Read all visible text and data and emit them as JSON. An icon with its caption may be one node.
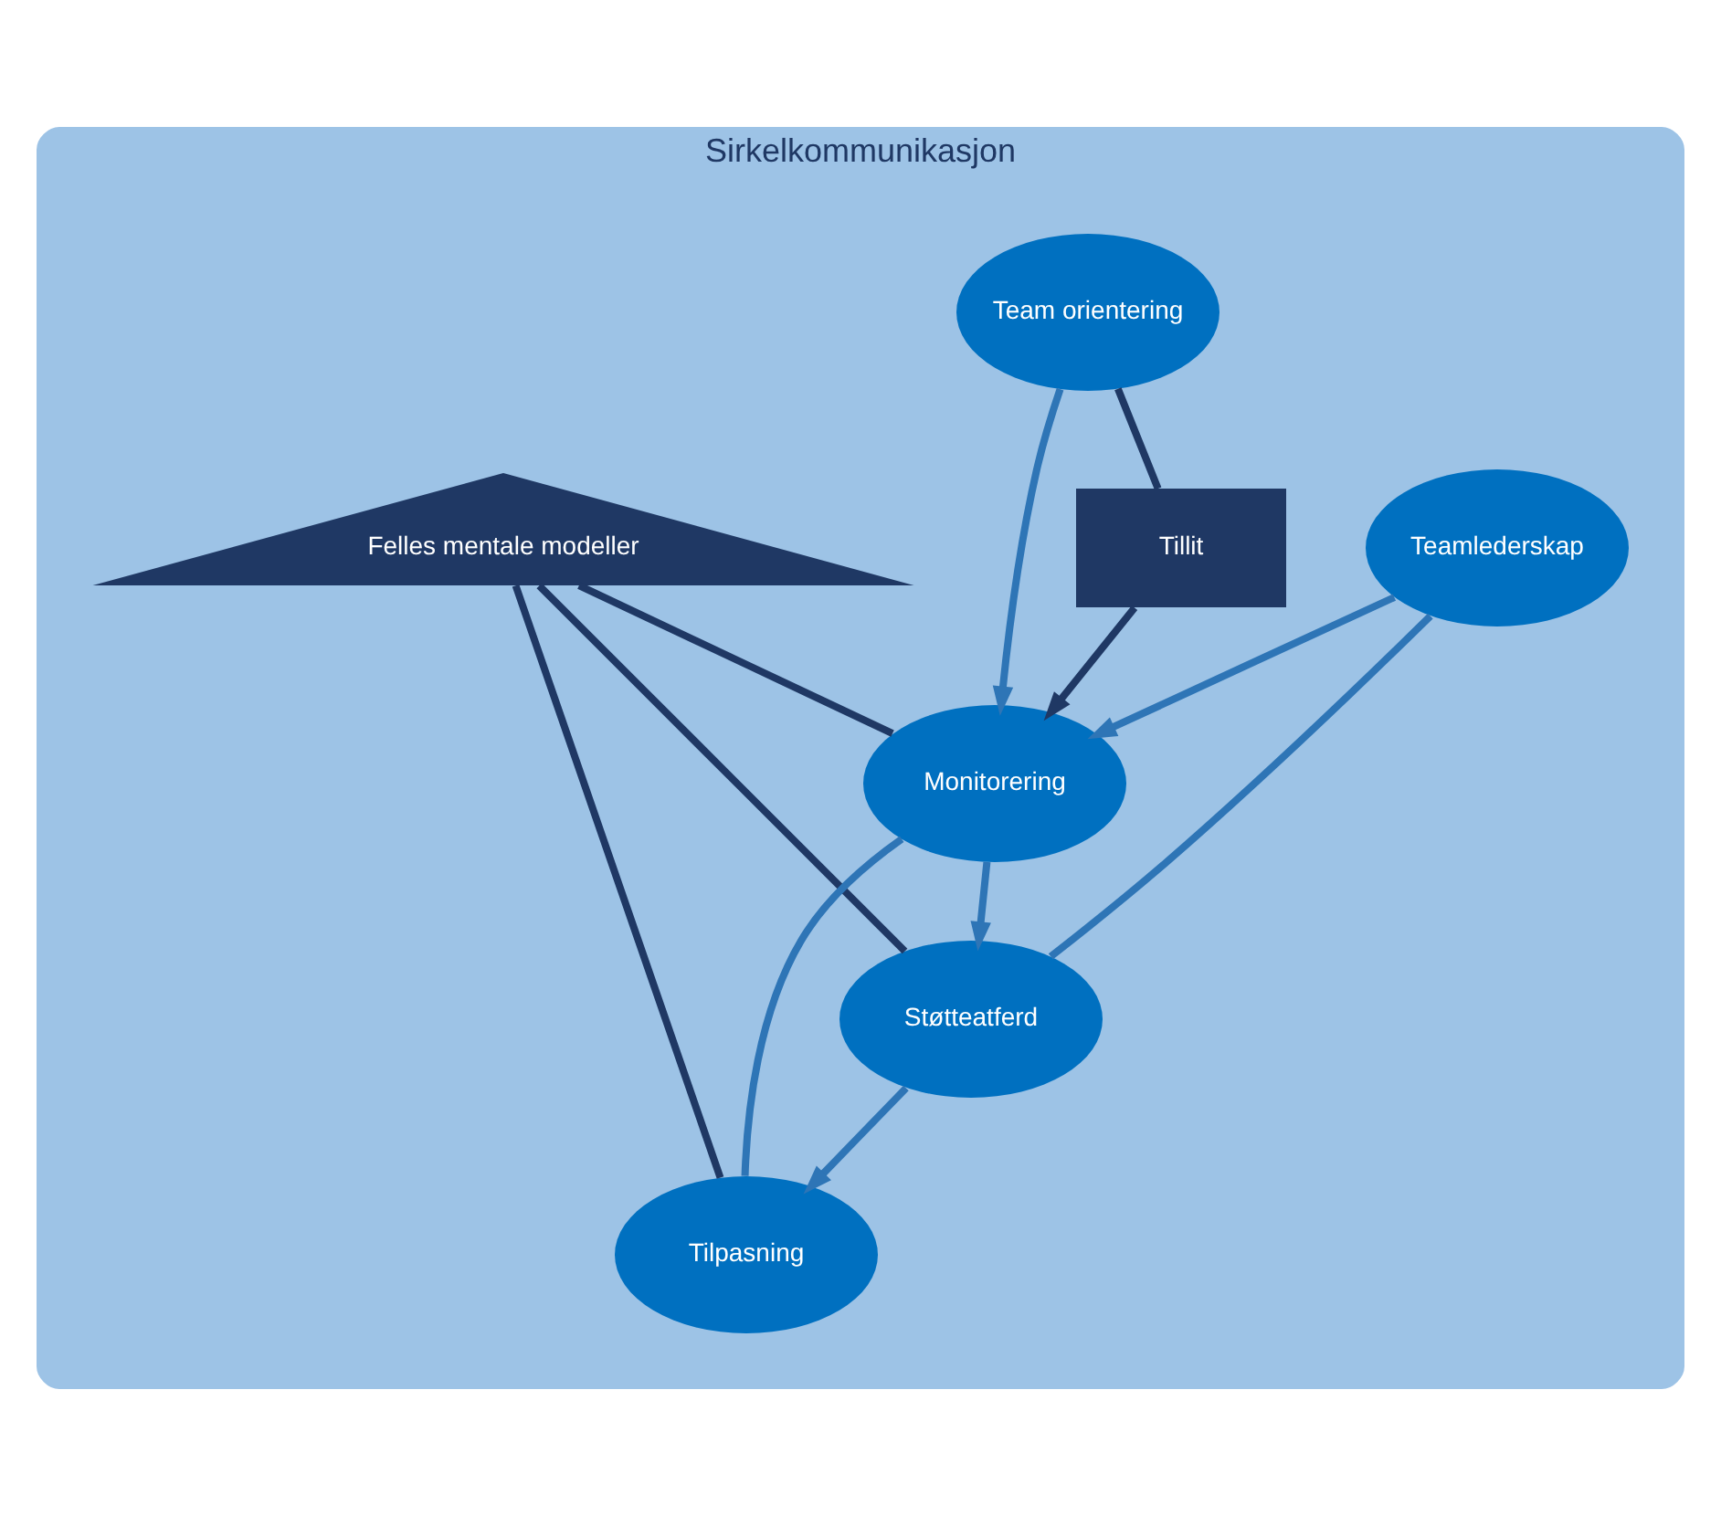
{
  "diagram": {
    "nodes": [
      {
        "text": [
          "Sirkelkommunikasjon"
        ]
      },
      {
        "text": [
          "Teamlederskap"
        ],
        "in": 0
      },
      {
        "text": [
          "Team orientering"
        ],
        "in": 0
      },
      {
        "text": [
          "Monitorering"
        ],
        "in": 0
      },
      {
        "text": [
          "Tillit"
        ],
        "in": 0
      },
      {
        "text": [
          "Felles mentale modeller"
        ],
        "in": 0
      },
      {
        "text": [
          "Støtteatferd"
        ],
        "in": 0
      },
      {
        "text": [
          "Tilpasning"
        ],
        "in": 0
      }
    ],
    "edges": [
      {
        "from": 1,
        "to": 3,
        "arrow": "to"
      },
      {
        "from": 2,
        "to": 3,
        "arrow": "to"
      },
      {
        "from": 1,
        "to": 6,
        "arrow": "none"
      },
      {
        "from": 2,
        "to": 4,
        "arrow": "none",
        "color": "#1f3864"
      },
      {
        "from": 4,
        "to": 3,
        "arrow": "to",
        "color": "#1f3864"
      },
      {
        "from": 5,
        "to": 3,
        "arrow": "none",
        "color": "#1f3864"
      },
      {
        "from": 3,
        "to": 6,
        "arrow": "to"
      },
      {
        "from": 5,
        "to": 6,
        "arrow": "none",
        "color": "#1f3864"
      },
      {
        "from": 7,
        "to": 3,
        "arrow": "none"
      },
      {
        "from": 6,
        "to": 7,
        "arrow": "to"
      },
      {
        "from": 5,
        "to": 7,
        "arrow": "none",
        "color": "#1f3864"
      }
    ]
  }
}
